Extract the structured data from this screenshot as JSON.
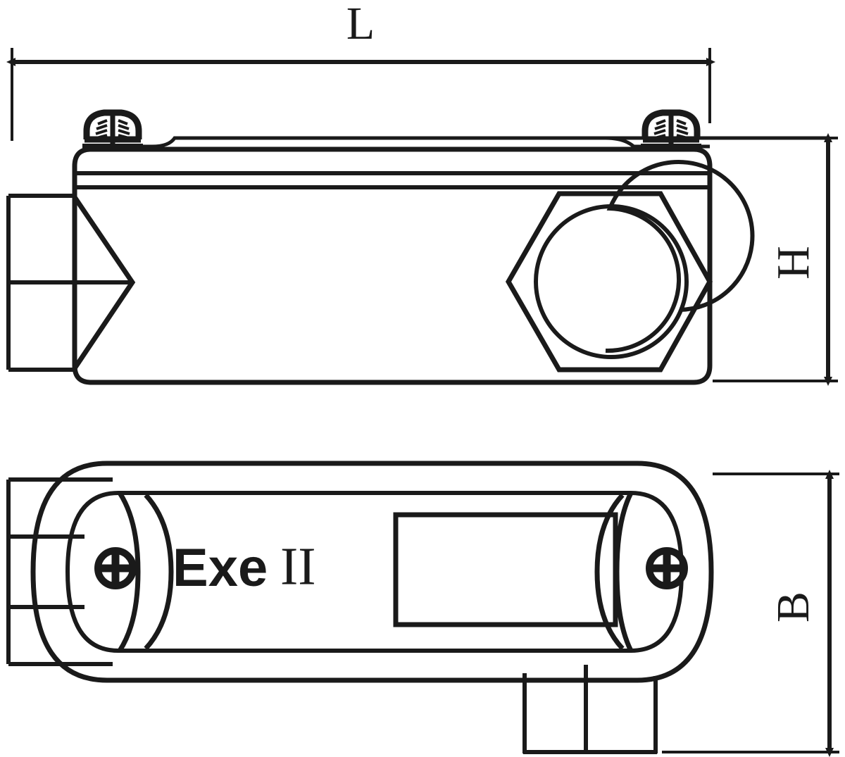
{
  "drawing": {
    "title": "Explosion-Proof Conduit Body Outline Drawing",
    "type": "two-view orthographic engineering drawing",
    "views": [
      {
        "name": "side-elevation-view",
        "position": "top"
      },
      {
        "name": "plan-cover-view",
        "position": "bottom"
      }
    ],
    "line_color": "#1a1a1a",
    "background_color": "#ffffff"
  },
  "dimensions": {
    "length": {
      "label": "L",
      "name": "overall-length",
      "orientation": "horizontal",
      "view": "side-elevation-view"
    },
    "height": {
      "label": "H",
      "name": "overall-height",
      "orientation": "vertical-rotated",
      "view": "side-elevation-view"
    },
    "width": {
      "label": "B",
      "name": "overall-width",
      "orientation": "vertical-rotated",
      "view": "plan-cover-view"
    }
  },
  "marking": {
    "brand_text": "Exe",
    "suffix_text": "II",
    "full_text": "ExeII",
    "description": "explosion-protection marking on cover"
  },
  "components": {
    "cover_screws": [
      {
        "name": "cover-screw-left-elevation",
        "style": "slotted-pan-head-side"
      },
      {
        "name": "cover-screw-right-elevation",
        "style": "slotted-pan-head-side"
      },
      {
        "name": "cover-screw-left-plan",
        "style": "phillips-cross-head-top"
      },
      {
        "name": "cover-screw-right-plan",
        "style": "phillips-cross-head-top"
      }
    ],
    "hex_hub": {
      "name": "hexagonal-threaded-hub",
      "feature": "threaded-bore-spiral"
    },
    "conduit_entries": [
      {
        "name": "conduit-entry-left",
        "view": "side-elevation-view"
      },
      {
        "name": "conduit-entry-left-plan",
        "view": "plan-cover-view"
      },
      {
        "name": "conduit-entry-bottom-branch",
        "view": "plan-cover-view"
      }
    ],
    "nameplate": {
      "name": "rectangular-nameplate-recess"
    }
  }
}
